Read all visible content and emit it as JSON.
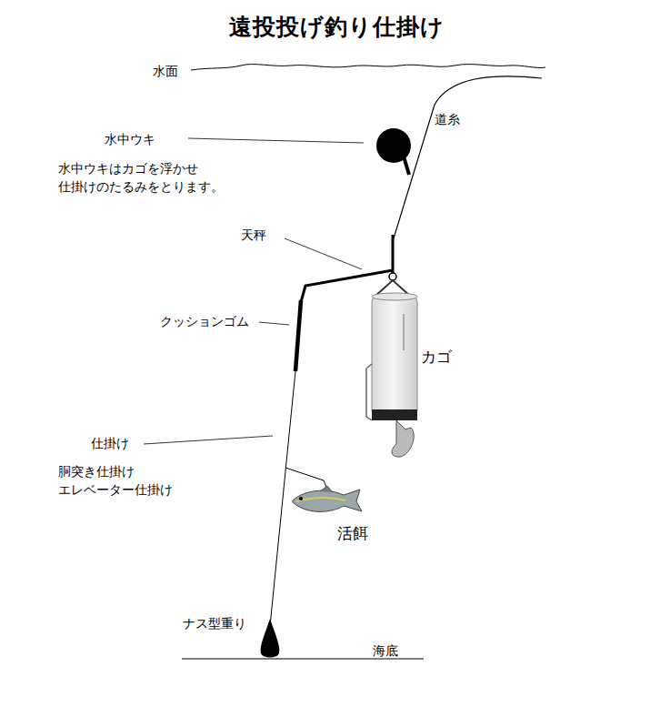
{
  "diagram": {
    "title": "遠投投げ釣り仕掛け",
    "labels": [
      "水面",
      "道糸",
      "水中ウキ",
      "水中ウキはカゴを浮かせ 仕掛けのたるみをとります。",
      "天秤",
      "クッションゴム",
      "カゴ",
      "仕掛け",
      "胴突き仕掛け エレベーター仕掛け",
      "活餌",
      "ナス型重り",
      "海底"
    ]
  }
}
